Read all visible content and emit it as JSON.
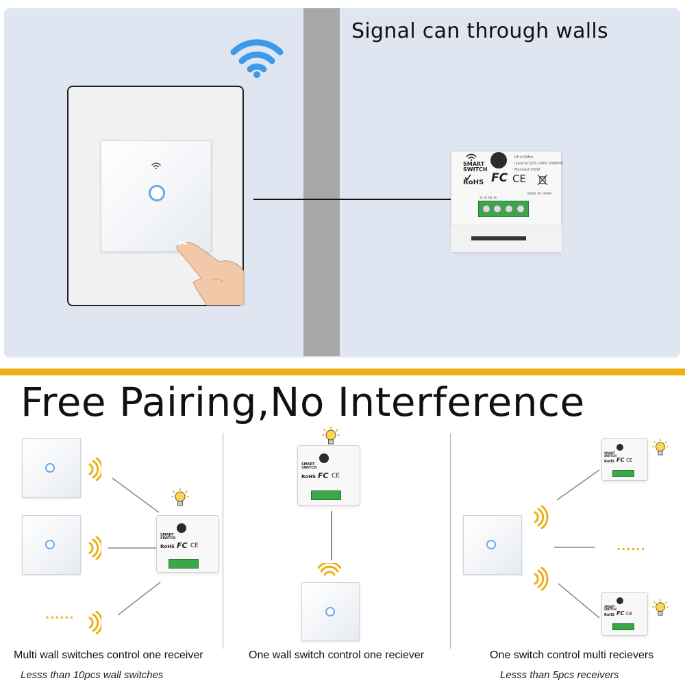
{
  "top": {
    "headline": "Signal can through walls"
  },
  "receiver": {
    "brand_line1": "SMART",
    "brand_line2": "SWITCH",
    "rohs": "RoHS",
    "fc": "FC",
    "ce": "CE",
    "rf_line": "RF:433Mhz",
    "input_line": "Input:AC100~240V 50/60HZ",
    "maxload_line": "Maxload:150W",
    "made_in": "MADE IN CHINA",
    "terminals": "S1    S2    N/L    IN"
  },
  "bottom": {
    "headline": "Free Pairing,No Interference",
    "columns": [
      {
        "caption": "Multi wall switches control one receiver",
        "subcaption": "Lesss than 10pcs wall switches",
        "dots": "......"
      },
      {
        "caption": "One wall switch control one reciever",
        "subcaption": ""
      },
      {
        "caption": "One switch control multi recievers",
        "subcaption": "Lesss than 5pcs receivers",
        "dots": "......"
      }
    ]
  },
  "colors": {
    "panel_bg": "#dfe6f2",
    "wall": "#a8a8a8",
    "wifi_blue": "#3d9ae8",
    "accent_orange": "#f0ad14",
    "ring_blue": "#6aa7e8",
    "terminal_green": "#3aa84a"
  },
  "icons": [
    "wifi-signal-icon",
    "wifi-small-icon",
    "light-bulb-icon",
    "signal-wave-icon",
    "recycle-bin-crossed-icon",
    "checkmark-icon"
  ]
}
